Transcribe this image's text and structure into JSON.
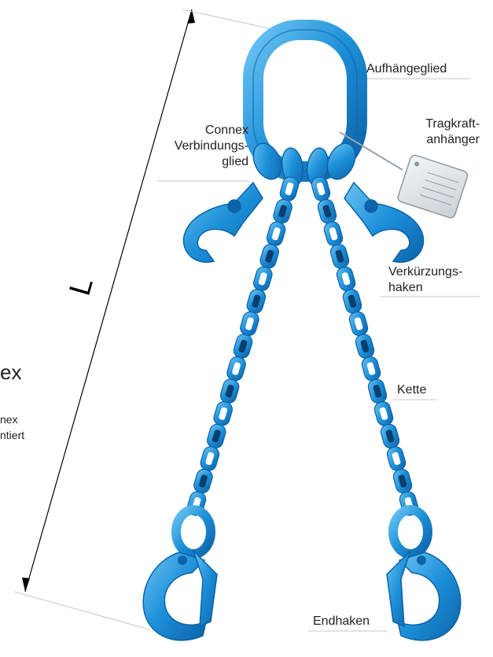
{
  "labels": {
    "aufhaengeglied": "Aufhängeglied",
    "tragkraft_line1": "Tragkraft-",
    "tragkraft_line2": "anhänger",
    "connex_line1": "Connex",
    "connex_line2": "Verbindungs-",
    "connex_line3": "glied",
    "verkuerzung_line1": "Verkürzungs-",
    "verkuerzung_line2": "haken",
    "kette": "Kette",
    "endhaken": "Endhaken",
    "dimension": "L"
  },
  "cropped_text": {
    "heading_fragment": "ex",
    "line1_fragment": "nex",
    "line2_fragment": "ntiert"
  },
  "colors": {
    "chain_blue": "#1c8fd9",
    "chain_dark": "#0d63a8",
    "chain_light": "#6cc4f2",
    "leader_line": "#c2c8cd",
    "dimension_line": "#000000"
  }
}
